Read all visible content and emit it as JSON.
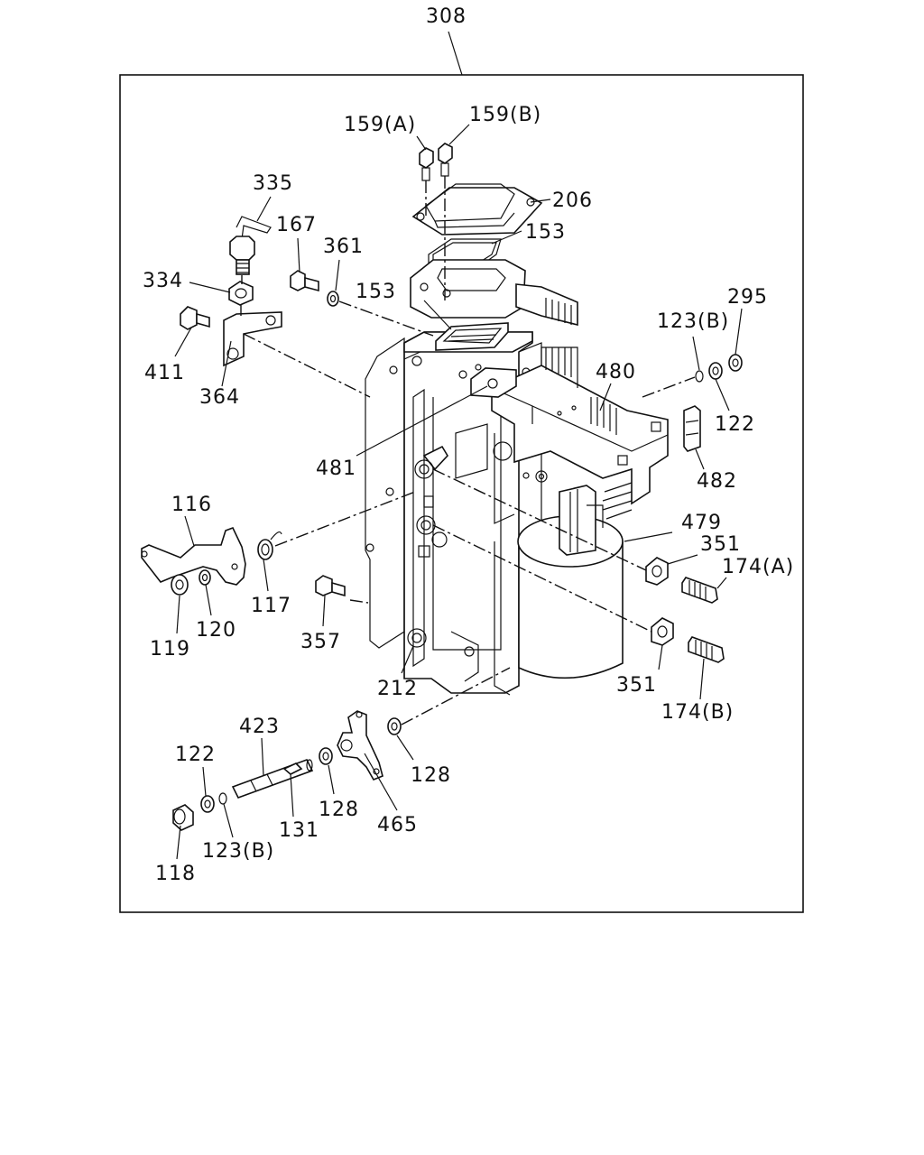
{
  "diagram": {
    "title_number": "308",
    "callouts": [
      {
        "id": "c159a",
        "text": "159(A)"
      },
      {
        "id": "c159b",
        "text": "159(B)"
      },
      {
        "id": "c206",
        "text": "206"
      },
      {
        "id": "c153a",
        "text": "153"
      },
      {
        "id": "c153b",
        "text": "153"
      },
      {
        "id": "c335",
        "text": "335"
      },
      {
        "id": "c167",
        "text": "167"
      },
      {
        "id": "c361",
        "text": "361"
      },
      {
        "id": "c334",
        "text": "334"
      },
      {
        "id": "c411",
        "text": "411"
      },
      {
        "id": "c364",
        "text": "364"
      },
      {
        "id": "c123b_top",
        "text": "123(B)"
      },
      {
        "id": "c295",
        "text": "295"
      },
      {
        "id": "c480",
        "text": "480"
      },
      {
        "id": "c122_top",
        "text": "122"
      },
      {
        "id": "c482",
        "text": "482"
      },
      {
        "id": "c481",
        "text": "481"
      },
      {
        "id": "c116",
        "text": "116"
      },
      {
        "id": "c479",
        "text": "479"
      },
      {
        "id": "c351a",
        "text": "351"
      },
      {
        "id": "c174a",
        "text": "174(A)"
      },
      {
        "id": "c117",
        "text": "117"
      },
      {
        "id": "c119",
        "text": "119"
      },
      {
        "id": "c120",
        "text": "120"
      },
      {
        "id": "c357",
        "text": "357"
      },
      {
        "id": "c212",
        "text": "212"
      },
      {
        "id": "c351b",
        "text": "351"
      },
      {
        "id": "c174b",
        "text": "174(B)"
      },
      {
        "id": "c423",
        "text": "423"
      },
      {
        "id": "c122_bot",
        "text": "122"
      },
      {
        "id": "c128a",
        "text": "128"
      },
      {
        "id": "c128b",
        "text": "128"
      },
      {
        "id": "c465",
        "text": "465"
      },
      {
        "id": "c131",
        "text": "131"
      },
      {
        "id": "c123b_bot",
        "text": "123(B)"
      },
      {
        "id": "c118",
        "text": "118"
      }
    ]
  }
}
